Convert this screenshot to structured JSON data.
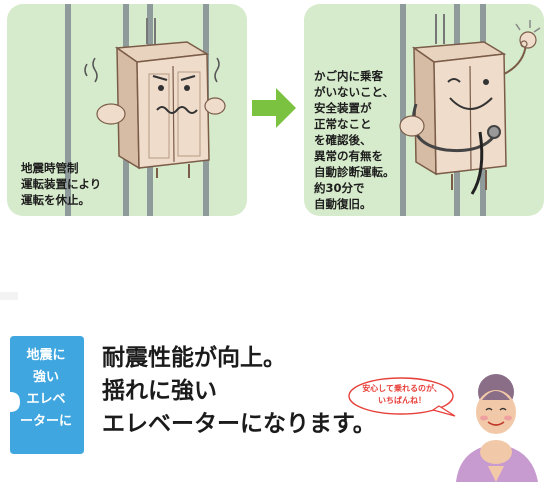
{
  "left_panel": {
    "caption_lines": [
      "地震時管制",
      "運転装置により",
      "運転を休止。"
    ]
  },
  "right_panel": {
    "caption_lines": [
      "かご内に乗客",
      "がいないこと、",
      "安全装置が",
      "正常なこと",
      "を確認後、",
      "異常の有無を",
      "自動診断運転。",
      "約30分で",
      "自動復旧。"
    ]
  },
  "badge": {
    "lines": [
      "地震に",
      "強い",
      "エレベ",
      "ーターに"
    ]
  },
  "headline": {
    "lines": [
      "耐震性能が向上。",
      "揺れに強い",
      "エレベーターになります。"
    ]
  },
  "speech_bubble": {
    "lines": [
      "安心して乗れるのが、",
      "いちばんね！"
    ]
  },
  "colors": {
    "panel_bg": "#d6ebcb",
    "arrow": "#7cc241",
    "badge_blue": "#3fa6e0",
    "bubble_text": "#e7403a"
  }
}
